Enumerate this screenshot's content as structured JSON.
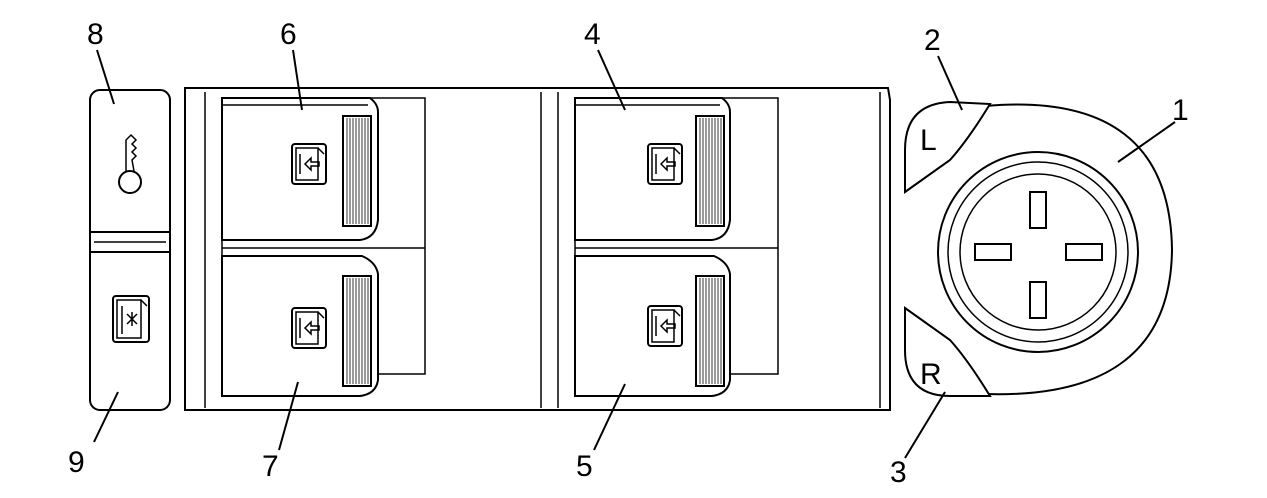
{
  "callouts": [
    {
      "id": "1",
      "text": "1"
    },
    {
      "id": "2",
      "text": "2"
    },
    {
      "id": "3",
      "text": "3"
    },
    {
      "id": "4",
      "text": "4"
    },
    {
      "id": "5",
      "text": "5"
    },
    {
      "id": "6",
      "text": "6"
    },
    {
      "id": "7",
      "text": "7"
    },
    {
      "id": "8",
      "text": "8"
    },
    {
      "id": "9",
      "text": "9"
    }
  ],
  "mirror_switch": {
    "left_letter": "L",
    "right_letter": "R"
  },
  "icons": {
    "lock": "key-icon",
    "window_lockout": "window-lockout-icon",
    "window": "window-up-arrow-icon"
  },
  "colors": {
    "line": "#000000",
    "fill": "#ffffff"
  }
}
